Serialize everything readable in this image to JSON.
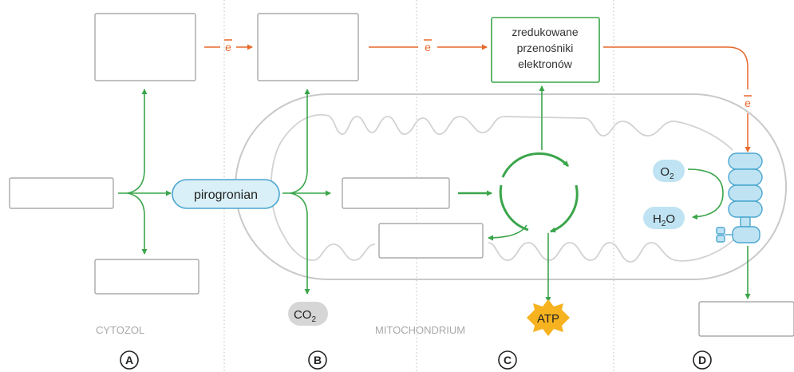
{
  "labels": {
    "reduced_carriers": [
      "zredukowane",
      "przenośniki",
      "elektronów"
    ],
    "pyruvate": "pirogronian",
    "electron": "e",
    "co2_main": "CO",
    "co2_sub": "2",
    "atp": "ATP",
    "o2_main": "O",
    "o2_sub": "2",
    "h2o_main": "H",
    "h2o_sub": "2",
    "h2o_tail": "O",
    "cytosol": "CYTOZOL",
    "mitochondrium": "MITOCHONDRIUM"
  },
  "sections": [
    "A",
    "B",
    "C",
    "D"
  ],
  "colors": {
    "green": "#3aa54a",
    "orange": "#e8692b",
    "blue_fill": "#bfe3f2",
    "blue_stroke": "#4aa6cf",
    "atp_fill": "#f6b21f",
    "co2_fill": "#d6d6d6",
    "mito_stroke": "#c9c9c9",
    "divider": "#bdbdbd",
    "box_stroke": "#9a9a9a",
    "caption_text": "#a8a8a8"
  }
}
